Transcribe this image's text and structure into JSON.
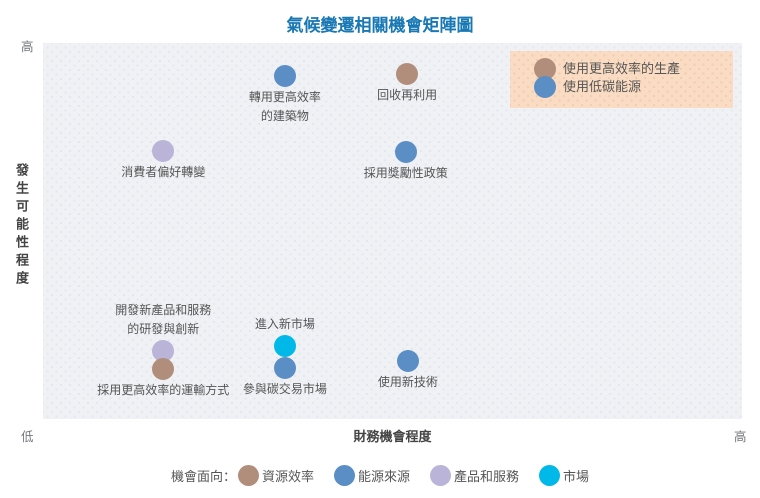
{
  "title": "氣候變遷相關機會矩陣圖",
  "colors": {
    "title": "#1878b4",
    "plot_bg": "#eff1f5",
    "legend_box_bg": "#f9dcc3",
    "label_text": "#555555",
    "axis_end_text": "#72767c",
    "axis_title_text": "#444444",
    "categories": {
      "資源效率": "#b08e7b",
      "能源來源": "#5b8ec5",
      "產品和服務": "#b9b4d8",
      "市場": "#00b9e9"
    }
  },
  "axes": {
    "y_title": "發生可能性程度",
    "x_title": "財務機會程度",
    "y_high_label": "高",
    "low_label": "低",
    "x_high_label": "高"
  },
  "inplot_legend": {
    "items": [
      {
        "label": "使用更高效率的生產",
        "category": "資源效率"
      },
      {
        "label": "使用低碳能源",
        "category": "能源來源"
      }
    ]
  },
  "bottom_legend": {
    "label": "機會面向：",
    "items": [
      {
        "label": "資源效率",
        "category": "資源效率"
      },
      {
        "label": "能源來源",
        "category": "能源來源"
      },
      {
        "label": "產品和服務",
        "category": "產品和服務"
      },
      {
        "label": "市場",
        "category": "市場"
      }
    ]
  },
  "chart_data": {
    "type": "scatter",
    "title": "氣候變遷相關機會矩陣圖",
    "xlabel": "財務機會程度",
    "ylabel": "發生可能性程度",
    "x_range": [
      "低",
      "高"
    ],
    "y_range": [
      "低",
      "高"
    ],
    "grid": false,
    "legend_position": "bottom",
    "points": [
      {
        "label": "轉用更高效率的建築物",
        "label_lines": [
          "轉用更高效率",
          "的建築物"
        ],
        "label_pos": "below",
        "category": "能源來源",
        "x_pct": 34.6,
        "y_pct": 91.2
      },
      {
        "label": "回收再利用",
        "label_lines": [
          "回收再利用"
        ],
        "label_pos": "below",
        "category": "資源效率",
        "x_pct": 52.1,
        "y_pct": 91.8
      },
      {
        "label": "消費者偏好轉變",
        "label_lines": [
          "消費者偏好轉變"
        ],
        "label_pos": "below",
        "category": "產品和服務",
        "x_pct": 17.2,
        "y_pct": 71.3
      },
      {
        "label": "採用獎勵性政策",
        "label_lines": [
          "採用獎勵性政策"
        ],
        "label_pos": "below",
        "category": "能源來源",
        "x_pct": 51.9,
        "y_pct": 71.0
      },
      {
        "label": "開發新產品和服務的研發與創新",
        "label_lines": [
          "開發新產品和服務",
          "的研發與創新"
        ],
        "label_pos": "above",
        "category": "產品和服務",
        "x_pct": 17.2,
        "y_pct": 18.1
      },
      {
        "label": "採用更高效率的運輸方式",
        "label_lines": [
          "採用更高效率的運輸方式"
        ],
        "label_pos": "below",
        "category": "資源效率",
        "x_pct": 17.2,
        "y_pct": 13.3
      },
      {
        "label": "進入新市場",
        "label_lines": [
          "進入新市場"
        ],
        "label_pos": "above",
        "category": "市場",
        "x_pct": 34.6,
        "y_pct": 19.4
      },
      {
        "label": "參與碳交易市場",
        "label_lines": [
          "參與碳交易市場"
        ],
        "label_pos": "below",
        "category": "能源來源",
        "x_pct": 34.6,
        "y_pct": 13.6
      },
      {
        "label": "使用新技術",
        "label_lines": [
          "使用新技術"
        ],
        "label_pos": "below",
        "category": "能源來源",
        "x_pct": 52.2,
        "y_pct": 15.4
      }
    ]
  }
}
